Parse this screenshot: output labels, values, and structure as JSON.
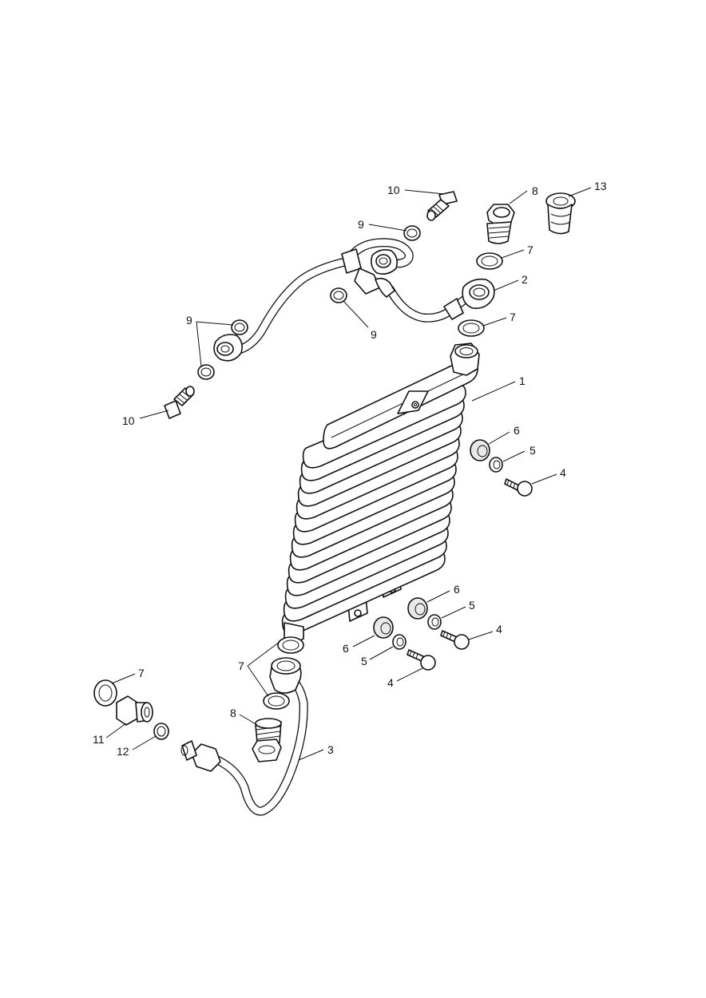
{
  "callouts": [
    {
      "id": "c1",
      "text": "1"
    },
    {
      "id": "c2",
      "text": "2"
    },
    {
      "id": "c3",
      "text": "3"
    },
    {
      "id": "c4a",
      "text": "4"
    },
    {
      "id": "c4b",
      "text": "4"
    },
    {
      "id": "c4c",
      "text": "4"
    },
    {
      "id": "c5a",
      "text": "5"
    },
    {
      "id": "c5b",
      "text": "5"
    },
    {
      "id": "c5c",
      "text": "5"
    },
    {
      "id": "c6a",
      "text": "6"
    },
    {
      "id": "c6b",
      "text": "6"
    },
    {
      "id": "c6c",
      "text": "6"
    },
    {
      "id": "c7a",
      "text": "7"
    },
    {
      "id": "c7b",
      "text": "7"
    },
    {
      "id": "c7c",
      "text": "7"
    },
    {
      "id": "c7d",
      "text": "7"
    },
    {
      "id": "c8a",
      "text": "8"
    },
    {
      "id": "c8b",
      "text": "8"
    },
    {
      "id": "c9a",
      "text": "9"
    },
    {
      "id": "c9b",
      "text": "9"
    },
    {
      "id": "c9c",
      "text": "9"
    },
    {
      "id": "c10a",
      "text": "10"
    },
    {
      "id": "c10b",
      "text": "10"
    },
    {
      "id": "c11",
      "text": "11"
    },
    {
      "id": "c12",
      "text": "12"
    },
    {
      "id": "c13",
      "text": "13"
    }
  ]
}
